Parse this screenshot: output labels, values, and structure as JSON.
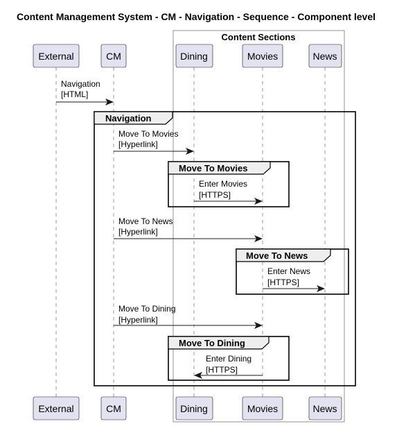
{
  "title": "Content Management System - CM - Navigation - Sequence - Component level",
  "group": {
    "title": "Content Sections"
  },
  "participants": [
    {
      "id": "external",
      "label": "External"
    },
    {
      "id": "cm",
      "label": "CM"
    },
    {
      "id": "dining",
      "label": "Dining"
    },
    {
      "id": "movies",
      "label": "Movies"
    },
    {
      "id": "news",
      "label": "News"
    }
  ],
  "messages": [
    {
      "from": "external",
      "to": "cm",
      "line1": "Navigation",
      "line2": "[HTML]"
    },
    {
      "from": "cm",
      "to": "dining",
      "line1": "Move To Movies",
      "line2": "[Hyperlink]"
    },
    {
      "from": "dining",
      "to": "movies",
      "line1": "Enter Movies",
      "line2": "[HTTPS]"
    },
    {
      "from": "cm",
      "to": "movies",
      "line1": "Move To News",
      "line2": "[Hyperlink]"
    },
    {
      "from": "movies",
      "to": "news",
      "line1": "Enter News",
      "line2": "[HTTPS]"
    },
    {
      "from": "cm",
      "to": "movies",
      "line1": "Move To Dining",
      "line2": "[Hyperlink]"
    },
    {
      "from": "movies",
      "to": "dining",
      "line1": "Enter Dining",
      "line2": "[HTTPS]"
    }
  ],
  "fragments": [
    {
      "label": "Navigation"
    },
    {
      "label": "Move To Movies"
    },
    {
      "label": "Move To News"
    },
    {
      "label": "Move To Dining"
    }
  ]
}
